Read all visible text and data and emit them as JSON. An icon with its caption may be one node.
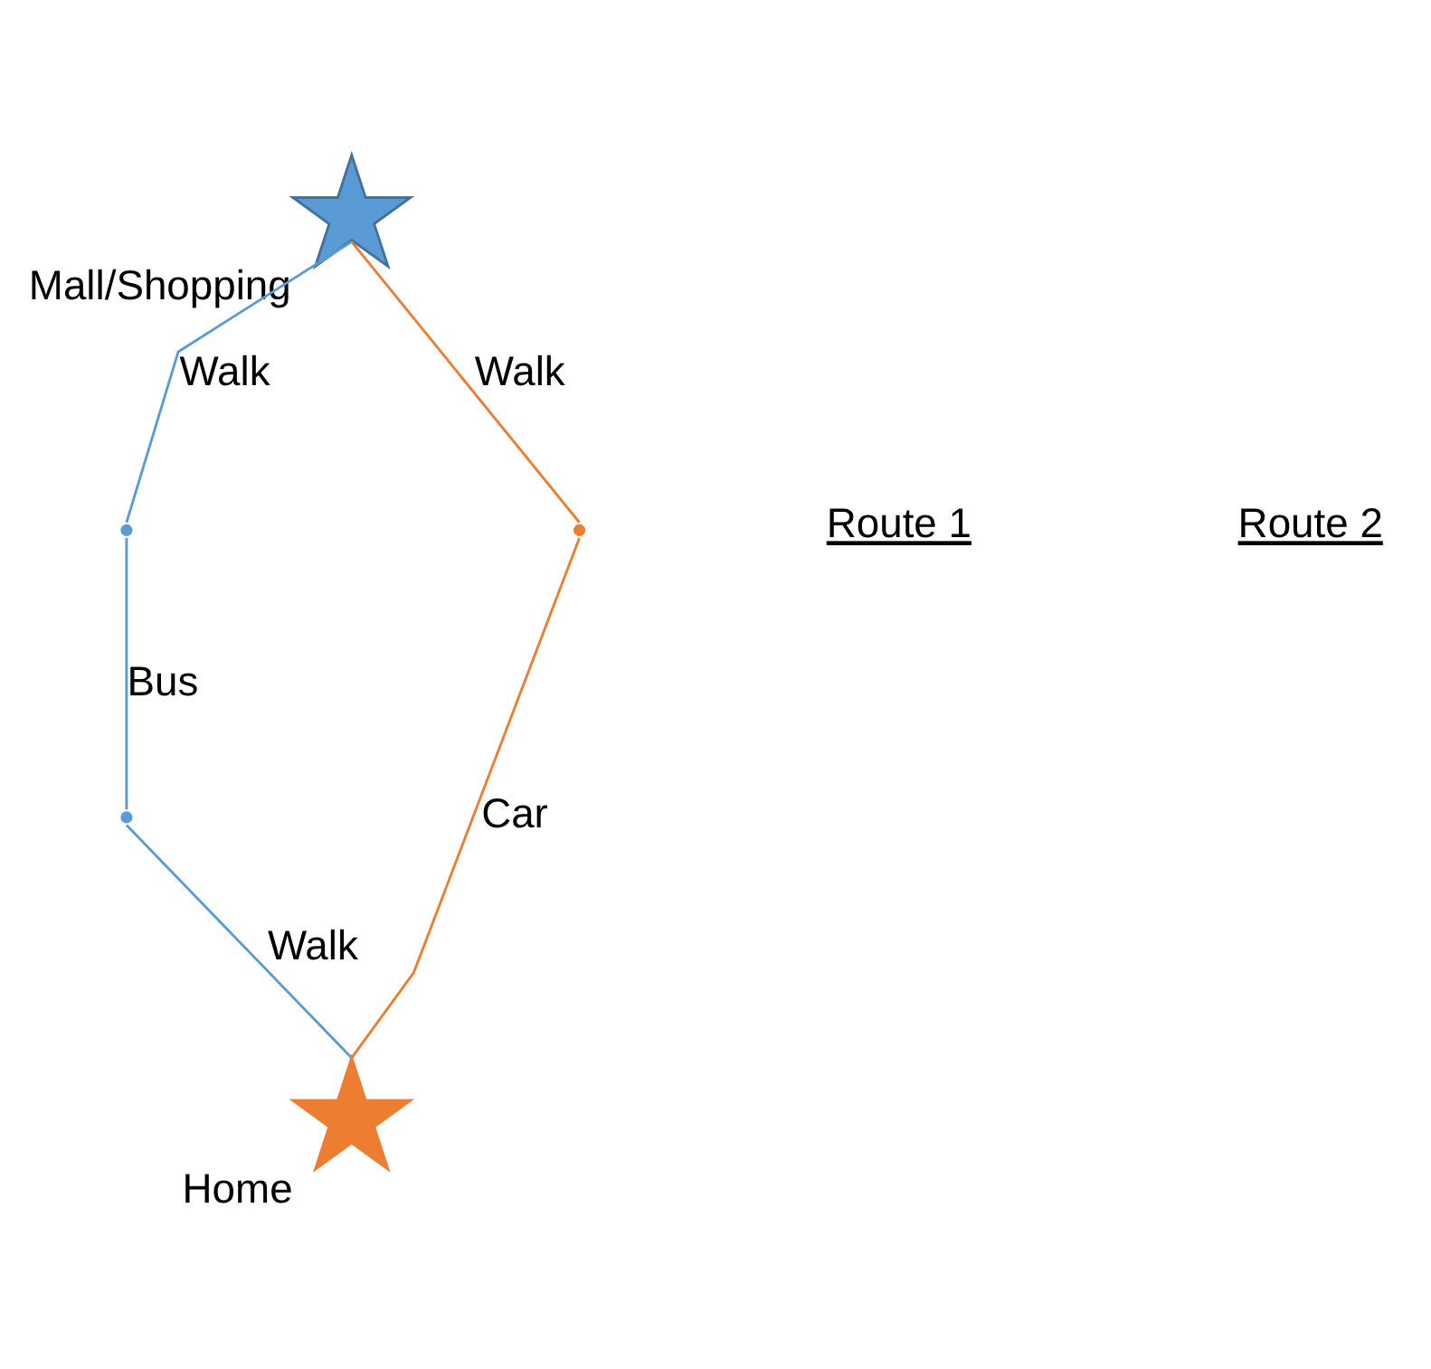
{
  "diagram": {
    "nodes": [
      {
        "text": [
          "Mall/Shopping"
        ]
      },
      {
        "text": [],
        "shape": "point"
      },
      {
        "text": [],
        "shape": "point"
      },
      {
        "text": [],
        "shape": "point"
      },
      {
        "text": [
          "Home"
        ]
      }
    ],
    "edges": [
      {
        "from": 4,
        "to": 2,
        "arrow": "none",
        "label": "Walk",
        "color": "#5b9bd5"
      },
      {
        "from": 2,
        "to": 1,
        "arrow": "none",
        "label": "Bus",
        "color": "#5b9bd5"
      },
      {
        "from": 1,
        "to": 0,
        "arrow": "none",
        "label": "Walk",
        "color": "#5b9bd5"
      },
      {
        "from": 4,
        "to": 3,
        "arrow": "none",
        "label": "Car",
        "color": "#ed7d31"
      },
      {
        "from": 3,
        "to": 0,
        "arrow": "none",
        "label": "Walk",
        "color": "#ed7d31"
      }
    ],
    "labels": [
      "Route 1",
      "Route 2"
    ]
  }
}
